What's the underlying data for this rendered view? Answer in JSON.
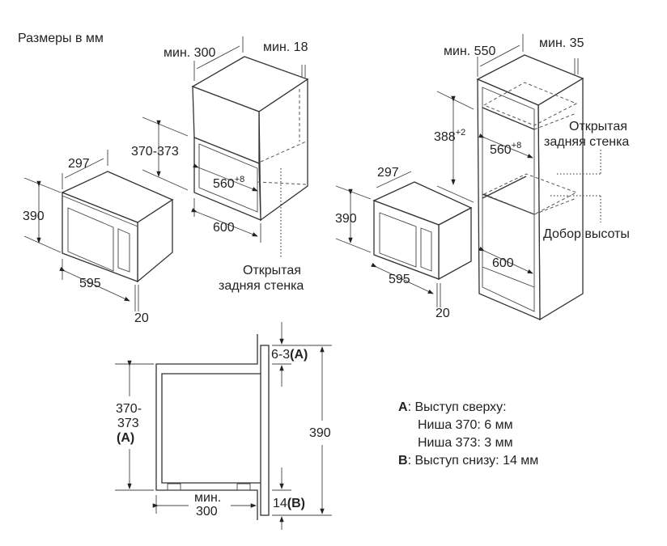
{
  "title": "Размеры в мм",
  "left_view": {
    "cabinet_depth": "мин. 300",
    "side_thickness": "мин. 18",
    "niche_height": "370-373",
    "niche_width": "560",
    "niche_width_tol": "+8",
    "cabinet_width": "600",
    "rear_wall_note_line1": "Открытая",
    "rear_wall_note_line2": "задняя стенка",
    "device_depth": "297",
    "device_height": "390",
    "device_width": "595",
    "door_thickness": "20"
  },
  "right_view": {
    "cabinet_depth": "мин. 550",
    "side_thickness": "мин. 35",
    "niche_height": "388",
    "niche_height_tol": "+2",
    "niche_width": "560",
    "niche_width_tol": "+8",
    "cabinet_width": "600",
    "rear_wall_note_line1": "Открытая",
    "rear_wall_note_line2": "задняя стенка",
    "filler_note": "Добор высоты",
    "device_depth": "297",
    "device_height": "390",
    "device_width": "595",
    "door_thickness": "20"
  },
  "side_section": {
    "niche_height_line1": "370-",
    "niche_height_line2": "373",
    "niche_height_line3": "(A)",
    "top_offset": "6-3",
    "top_offset_ref": "(A)",
    "total_height": "390",
    "depth_line1": "мин.",
    "depth_line2": "300",
    "bottom_offset": "14",
    "bottom_offset_ref": "(B)"
  },
  "legend": {
    "a_key": "A",
    "a_text": ": Выступ сверху:",
    "a_line2": "Ниша 370: 6 мм",
    "a_line3": "Ниша 373: 3 мм",
    "b_key": "B",
    "b_text": ": Выступ снизу: 14 мм"
  }
}
